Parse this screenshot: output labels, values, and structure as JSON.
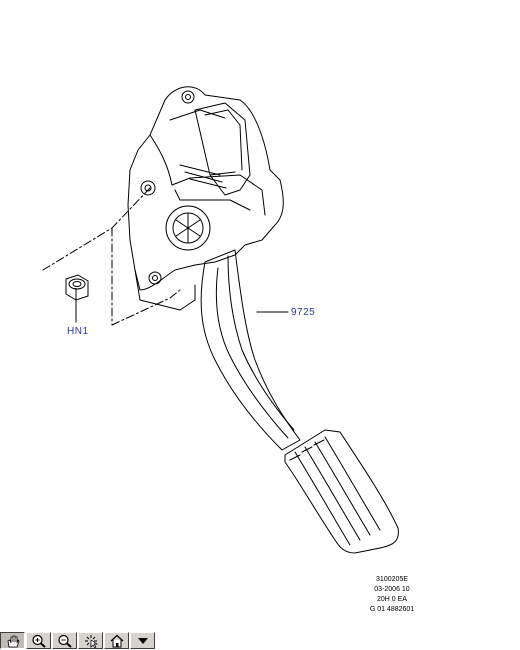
{
  "diagram": {
    "callouts": {
      "pedal_part": "9725",
      "nut_part": "HN1"
    },
    "code_block": [
      "3100205E",
      "03-2006 10",
      "20H 0 EA",
      "G 01 4882601"
    ]
  },
  "toolbar": {
    "buttons": [
      {
        "icon": "pan-hand-icon",
        "active": true
      },
      {
        "icon": "zoom-in-icon",
        "active": false
      },
      {
        "icon": "zoom-out-icon",
        "active": false
      },
      {
        "icon": "select-cursor-icon",
        "active": false
      },
      {
        "icon": "home-icon",
        "active": false
      },
      {
        "icon": "dropdown-arrow-icon",
        "active": false
      }
    ]
  },
  "colors": {
    "callout": "#2a3a9a",
    "line": "#000000",
    "toolbar_face": "#d6d3ce"
  }
}
